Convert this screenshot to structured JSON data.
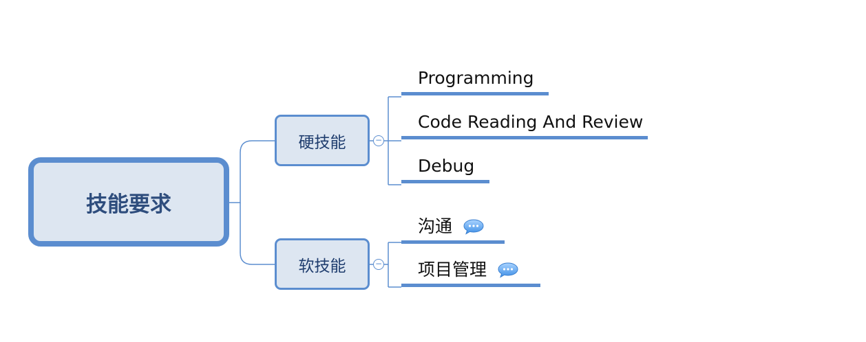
{
  "root": {
    "label": "技能要求"
  },
  "branches": [
    {
      "label": "硬技能",
      "collapse_symbol": "−",
      "children": [
        {
          "label": "Programming"
        },
        {
          "label": "Code Reading And Review"
        },
        {
          "label": "Debug"
        }
      ]
    },
    {
      "label": "软技能",
      "collapse_symbol": "−",
      "children": [
        {
          "label": "沟通",
          "has_note": true,
          "note_icon": "speech-bubble-icon"
        },
        {
          "label": "项目管理",
          "has_note": true,
          "note_icon": "speech-bubble-icon"
        }
      ]
    }
  ],
  "colors": {
    "accent": "#5b8dcf",
    "node_fill": "#dde6f1",
    "text": "#1f3d6e"
  }
}
